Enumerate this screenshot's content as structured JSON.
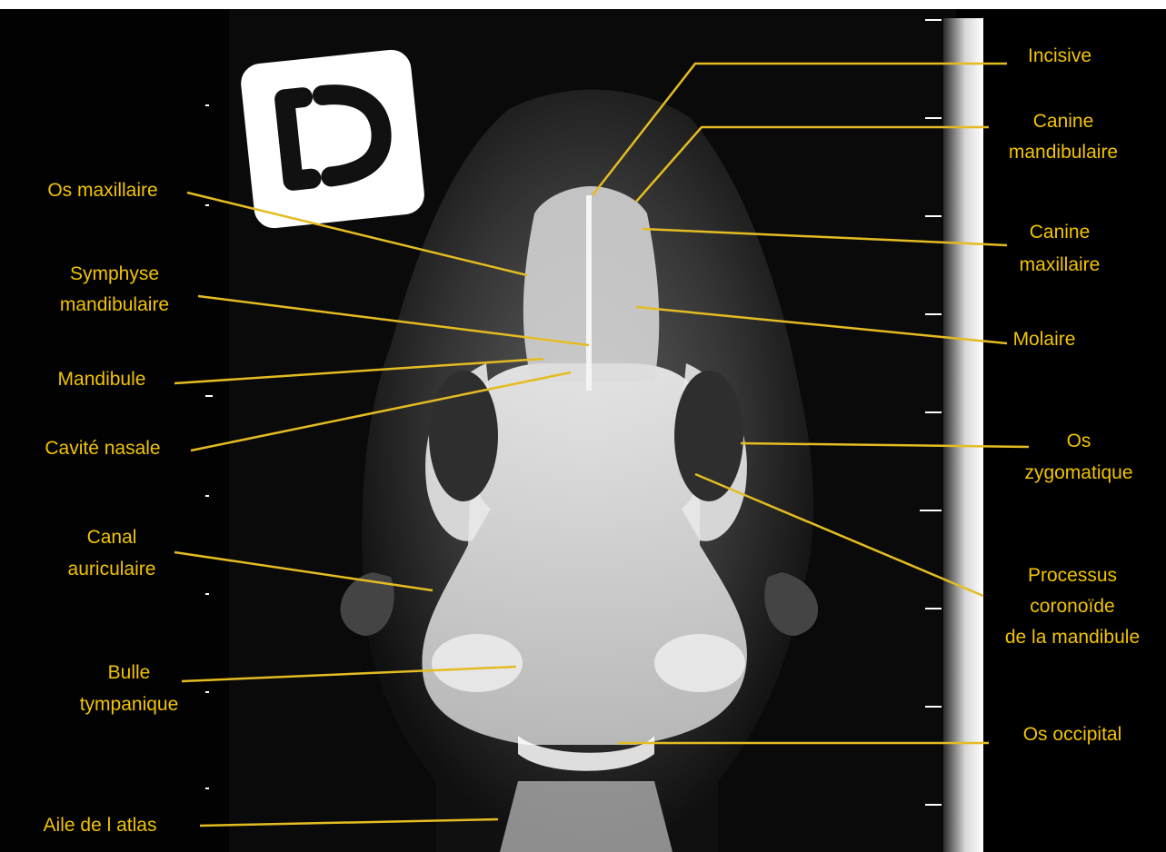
{
  "logo": {
    "text": "D",
    "name": "brand-logo"
  },
  "colors": {
    "label": "#f2c300",
    "leader_line": "#e4bc22",
    "background": "#000000",
    "xray_bone": "#e6e6e6",
    "xray_soft": "#3a3a3a"
  },
  "labels": [
    {
      "id": "incisive",
      "lines": [
        "Incisive"
      ]
    },
    {
      "id": "canine-mandibulaire",
      "lines": [
        "Canine",
        "mandibulaire"
      ]
    },
    {
      "id": "canine-maxillaire",
      "lines": [
        "Canine",
        "maxillaire"
      ]
    },
    {
      "id": "molaire",
      "lines": [
        "Molaire"
      ]
    },
    {
      "id": "os-zygomatique",
      "lines": [
        "Os",
        "zygomatique"
      ]
    },
    {
      "id": "processus-coronoide",
      "lines": [
        "Processus",
        "coronoïde",
        "de la mandibule"
      ]
    },
    {
      "id": "os-occipital",
      "lines": [
        "Os occipital"
      ]
    },
    {
      "id": "os-maxillaire",
      "lines": [
        "Os maxillaire"
      ]
    },
    {
      "id": "symphyse-mandibulaire",
      "lines": [
        "Symphyse",
        "mandibulaire"
      ]
    },
    {
      "id": "mandibule",
      "lines": [
        "Mandibule"
      ]
    },
    {
      "id": "cavite-nasale",
      "lines": [
        "Cavité nasale"
      ]
    },
    {
      "id": "canal-auriculaire",
      "lines": [
        "Canal",
        "auriculaire"
      ]
    },
    {
      "id": "bulle-tympanique",
      "lines": [
        "Bulle",
        "tympanique"
      ]
    },
    {
      "id": "aile-atlas",
      "lines": [
        "Aile de l atlas"
      ]
    }
  ]
}
